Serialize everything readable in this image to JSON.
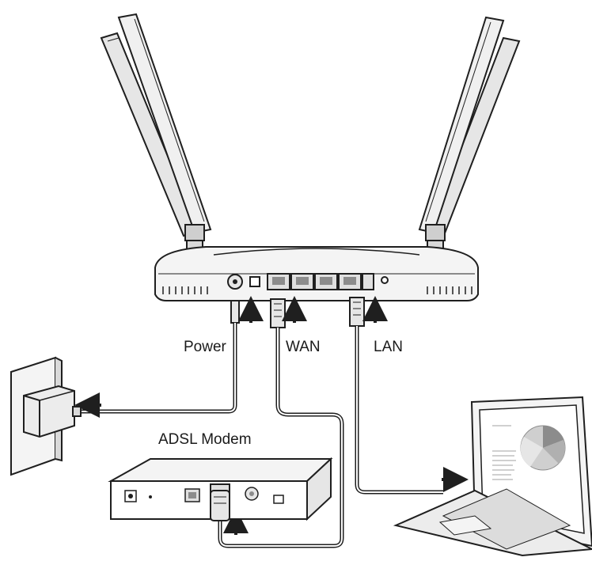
{
  "labels": {
    "power": "Power",
    "wan": "WAN",
    "lan": "LAN",
    "adsl_modem": "ADSL Modem"
  },
  "colors": {
    "line": "#1f1f1f",
    "fill_light": "#f2f2f2",
    "fill_mid": "#d9d9d9",
    "fill_dark": "#8c8c8c"
  }
}
